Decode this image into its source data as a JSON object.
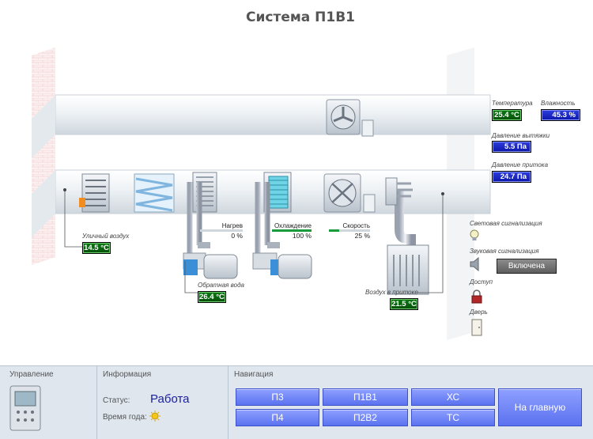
{
  "page_title": "Система П1В1",
  "sensors": {
    "temperature_label": "Температура",
    "temperature_value": "25.4 °C",
    "humidity_label": "Влажность",
    "humidity_value": "45.3 %",
    "exhaust_pressure_label": "Давление вытяжки",
    "exhaust_pressure_value": "5.5 Па",
    "supply_pressure_label": "Давление притока",
    "supply_pressure_value": "24.7 Па",
    "outdoor_air_label": "Уличный воздух",
    "outdoor_air_value": "14.5 °C",
    "return_water_label": "Обратная вода",
    "return_water_value": "26.4 °C",
    "supply_air_label": "Воздух в притоке",
    "supply_air_value": "21.5 °C"
  },
  "meters": {
    "heating": {
      "label": "Нагрев",
      "value": "0 %",
      "level": 0
    },
    "cooling": {
      "label": "Охлаждение",
      "value": "100 %",
      "level": 100
    },
    "speed": {
      "label": "Скорость",
      "value": "25 %",
      "level": 25
    }
  },
  "signals": {
    "light_label": "Световая сигнализация",
    "sound_label": "Звуковая сигнализация",
    "sound_button": "Включена",
    "access_label": "Доступ",
    "door_label": "Дверь"
  },
  "bottom_panel": {
    "control_header": "Управление",
    "info_header": "Информация",
    "status_label": "Статус:",
    "status_value": "Работа",
    "season_label": "Время года:",
    "nav_header": "Навигация",
    "nav_buttons": [
      "П3",
      "П1В1",
      "ХС",
      "П4",
      "П2В2",
      "ТС"
    ],
    "home_button": "На главную"
  },
  "colors": {
    "accent_green": "#0a7a12",
    "accent_blue": "#1b28c4",
    "nav_blue": "#6f85f5"
  }
}
